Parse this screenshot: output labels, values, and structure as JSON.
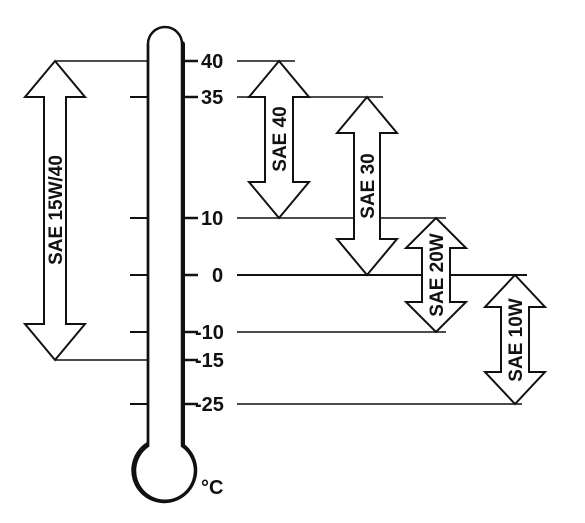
{
  "diagram": {
    "unit": "°C",
    "ticks": [
      "40",
      "35",
      "10",
      "0",
      "-10",
      "-15",
      "-25"
    ],
    "grades": [
      {
        "label": "SAE 15W/40",
        "from": "-15",
        "to": "40"
      },
      {
        "label": "SAE 40",
        "from": "10",
        "to": "40"
      },
      {
        "label": "SAE 30",
        "from": "0",
        "to": "35"
      },
      {
        "label": "SAE 20W",
        "from": "-10",
        "to": "10"
      },
      {
        "label": "SAE 10W",
        "from": "-25",
        "to": "0"
      }
    ]
  }
}
